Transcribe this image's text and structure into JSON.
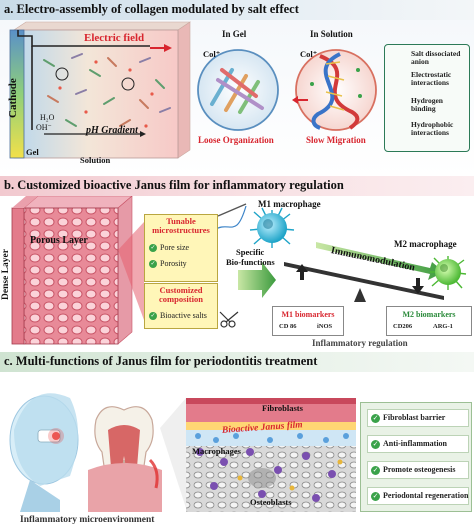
{
  "section_a": {
    "title": "a. Electro-assembly of collagen modulated by salt effect",
    "electric_field": "Electric field",
    "cathode": "Cathode",
    "water": "H₂O",
    "hydroxide": "OH⁻",
    "ph_gradient": "pH Gradient",
    "gel": "Gel",
    "solution": "Solution",
    "in_gel": "In Gel",
    "in_solution": "In Solution",
    "col_gel": "Col⁺",
    "col_solution": "Col⁺",
    "loose_organization": "Loose Organization",
    "slow_migration": "Slow Migration",
    "legend": [
      {
        "label": "Salt dissociated anion",
        "icon": "green-dot-icon"
      },
      {
        "label": "Electrostatic interactions",
        "icon": "electrostatic-icon"
      },
      {
        "label": "Hydrogen binding",
        "icon": "hydrogen-bond-icon"
      },
      {
        "label": "Hydrophobic interactions",
        "icon": "hydrophobic-icon"
      }
    ]
  },
  "section_b": {
    "title": "b. Customized bioactive Janus film for inflammatory regulation",
    "dense_layer": "Dense Layer",
    "porous_layer": "Porous Layer",
    "tunable": "Tunable microstructures",
    "pore_size": "Pore size",
    "porosity": "Porosity",
    "customized": "Customized composition",
    "bioactive_salts": "Bioactive salts",
    "specific": "Specific",
    "biofunctions": "Bio-functions",
    "m1_macrophage": "M1 macrophage",
    "m2_macrophage": "M2 macrophage",
    "immunomodulation": "Immunomodulation",
    "m1_biomarkers": "M1 biomarkers",
    "m1_markers": [
      "CD 86",
      "iNOS"
    ],
    "m2_biomarkers": "M2 biomarkers",
    "m2_markers": [
      "CD206",
      "ARG-1"
    ],
    "inflammatory_regulation": "Inflammatory regulation"
  },
  "section_c": {
    "title": "c. Multi-functions of Janus film for periodontitis treatment",
    "inflammatory_microenvironment": "Inflammatory microenvironment",
    "fibroblasts": "Fibroblasts",
    "bioactive_janus_film": "Bioactive Janus film",
    "macrophages": "Macrophages",
    "osteoblasts": "Osteoblasts",
    "functions": [
      "Fibroblast barrier",
      "Anti-inflammation",
      "Promote osteogenesis",
      "Periodontal regeneration"
    ]
  },
  "colors": {
    "accent_red": "#d8262f",
    "accent_green": "#2a8a3a",
    "band_a": "#c9dbe8",
    "band_b": "#f2c9cf",
    "band_c": "#cfe3d1"
  }
}
